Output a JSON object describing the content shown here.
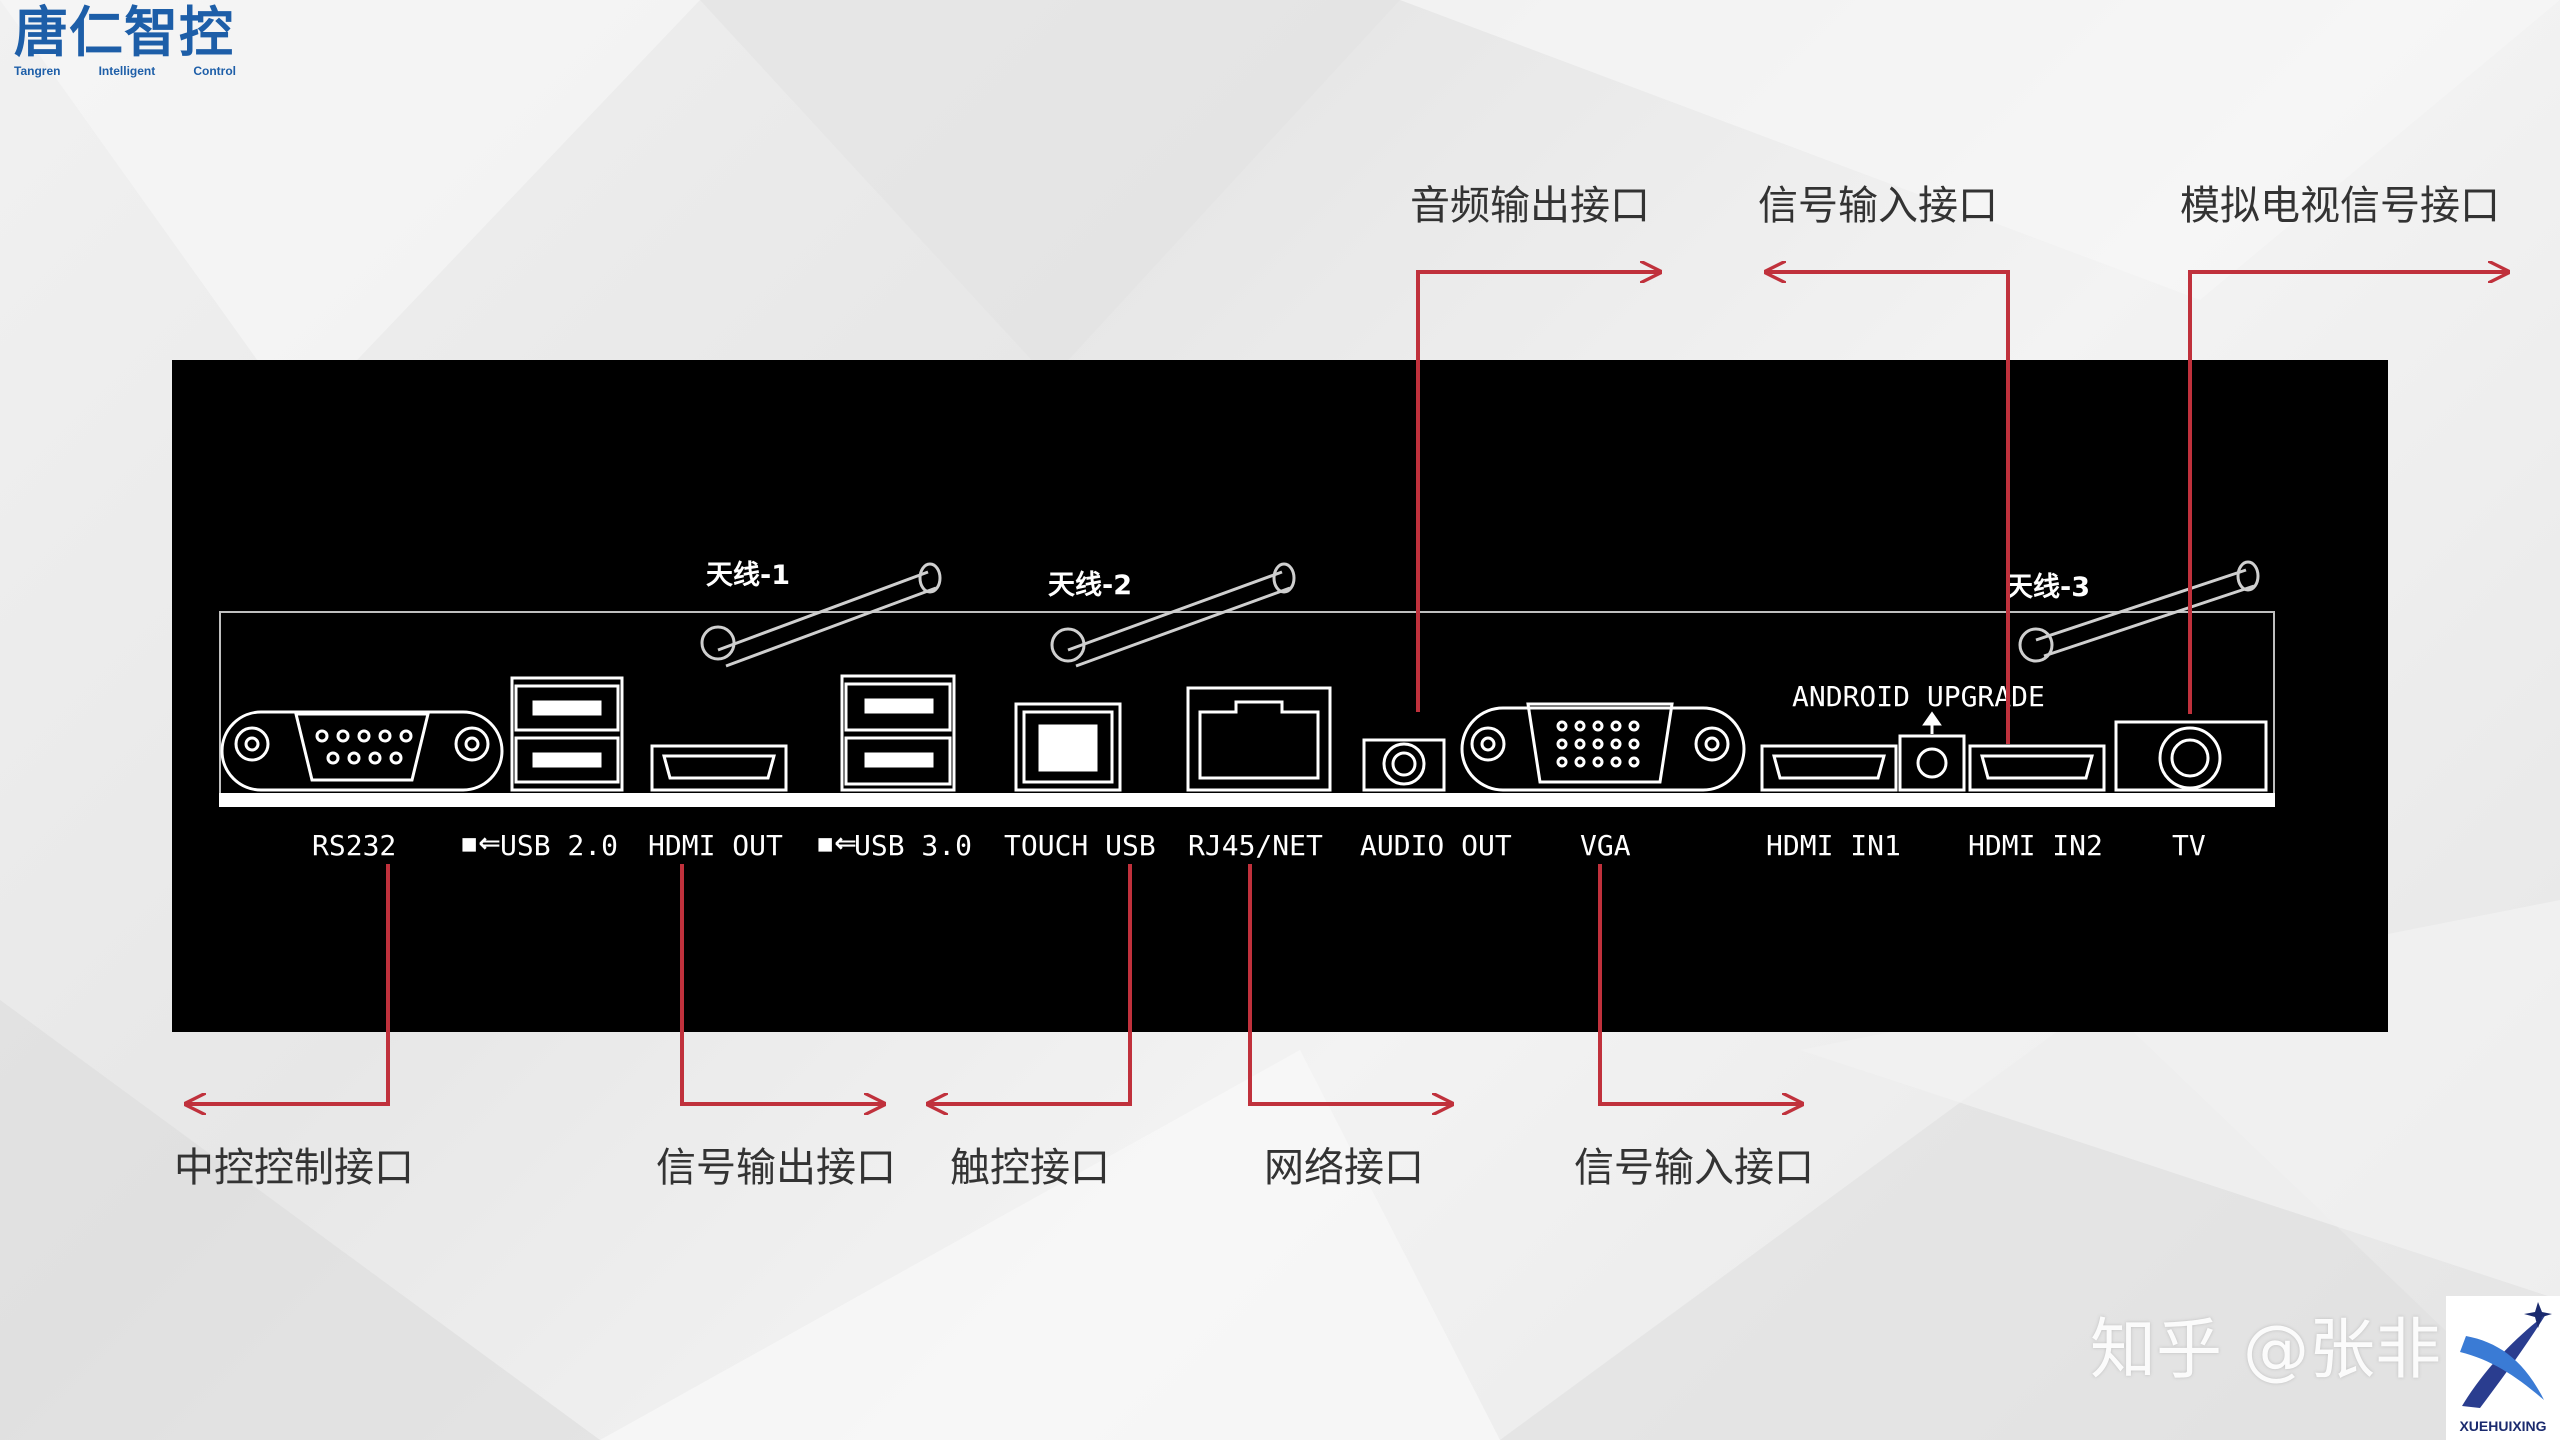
{
  "brand": {
    "name_cn": "唐仁智控",
    "name_en": [
      "Tangren",
      "Intelligent",
      "Control"
    ]
  },
  "colors": {
    "panel": "#000000",
    "leader_lines": "#c0313c",
    "callout_text": "#333333",
    "brand_blue": "#1d5ea8"
  },
  "antennas": [
    {
      "label": "天线-1"
    },
    {
      "label": "天线-2"
    },
    {
      "label": "天线-3"
    }
  ],
  "panel": {
    "upgrade_label": "ANDROID UPGRADE",
    "ports": [
      {
        "id": "rs232",
        "label": "RS232"
      },
      {
        "id": "usb2",
        "label": "USB 2.0"
      },
      {
        "id": "hdmi-out",
        "label": "HDMI OUT"
      },
      {
        "id": "usb3",
        "label": "USB 3.0"
      },
      {
        "id": "touch-usb",
        "label": "TOUCH USB"
      },
      {
        "id": "rj45",
        "label": "RJ45/NET"
      },
      {
        "id": "audio-out",
        "label": "AUDIO OUT"
      },
      {
        "id": "vga",
        "label": "VGA"
      },
      {
        "id": "hdmi-in1",
        "label": "HDMI IN1"
      },
      {
        "id": "hdmi-in2",
        "label": "HDMI IN2"
      },
      {
        "id": "tv",
        "label": "TV"
      }
    ]
  },
  "callouts_top": [
    {
      "text": "音频输出接口"
    },
    {
      "text": "信号输入接口"
    },
    {
      "text": "模拟电视信号接口"
    }
  ],
  "callouts_bottom": [
    {
      "text": "中控控制接口"
    },
    {
      "text": "信号输出接口"
    },
    {
      "text": "触控接口"
    },
    {
      "text": "网络接口"
    },
    {
      "text": "信号输入接口"
    }
  ],
  "watermark": "知乎 @张非",
  "corner_logo_text": "XUEHUIXING"
}
